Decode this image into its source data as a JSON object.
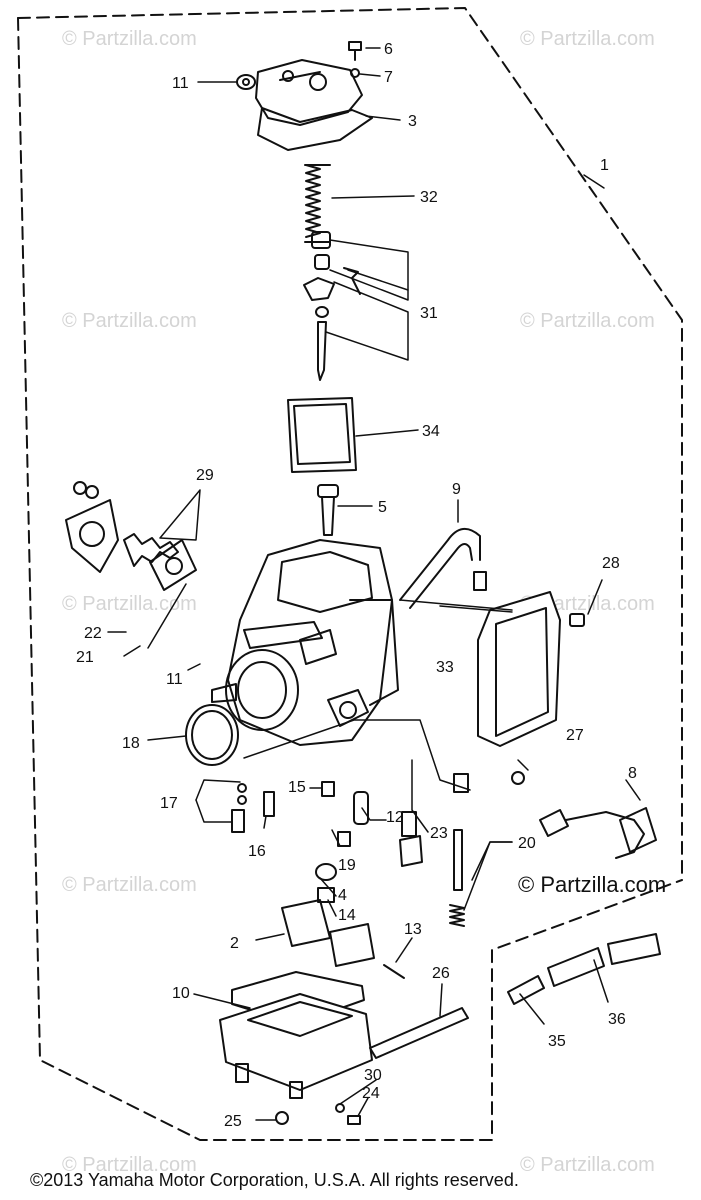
{
  "watermark": "© Partzilla.com",
  "watermark_main": "© Partzilla.com",
  "copyright": "©2013 Yamaha Motor Corporation, U.S.A. All rights reserved.",
  "callouts": {
    "c1": "1",
    "c2": "2",
    "c3": "3",
    "c4": "4",
    "c5": "5",
    "c6": "6",
    "c7": "7",
    "c8": "8",
    "c9": "9",
    "c10": "10",
    "c11a": "11",
    "c11b": "11",
    "c12": "12",
    "c13": "13",
    "c14": "14",
    "c15": "15",
    "c16": "16",
    "c17": "17",
    "c18": "18",
    "c19": "19",
    "c20": "20",
    "c21": "21",
    "c22": "22",
    "c23": "23",
    "c24": "24",
    "c25": "25",
    "c26": "26",
    "c27": "27",
    "c28": "28",
    "c29": "29",
    "c30": "30",
    "c31": "31",
    "c32": "32",
    "c33": "33",
    "c34": "34",
    "c35": "35",
    "c36": "36"
  }
}
